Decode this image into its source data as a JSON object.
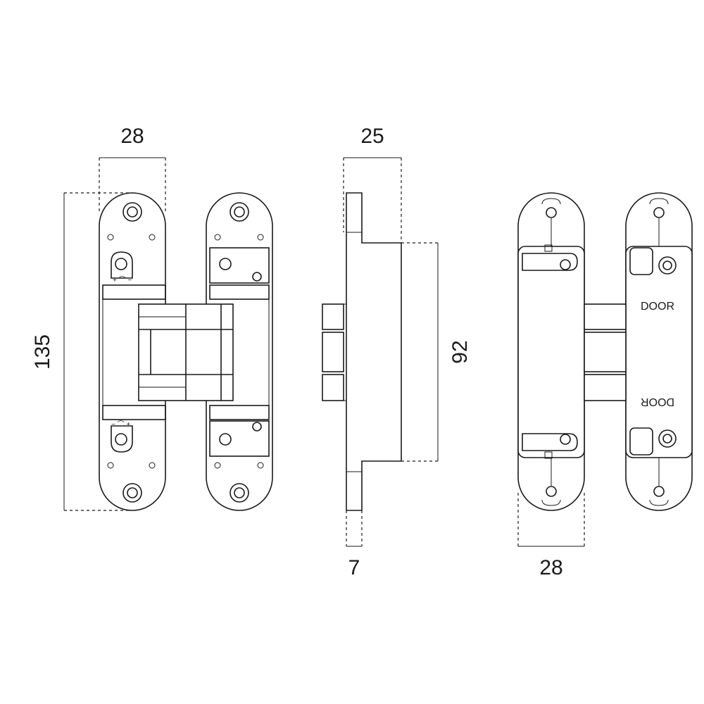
{
  "dimensions": {
    "front_width": "28",
    "front_height": "135",
    "side_depth": "25",
    "side_height": "92",
    "side_plate": "7",
    "back_width": "28"
  },
  "labels": {
    "door_top": "DOOR",
    "door_bottom": "DOOR"
  }
}
